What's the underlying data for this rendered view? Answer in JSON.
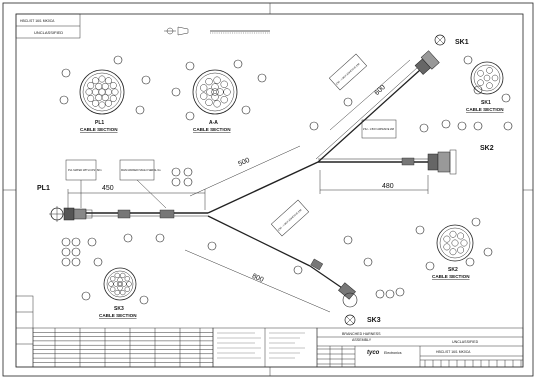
{
  "title_block": {
    "drawing_number_top": "HBCL/ST 16/1 MK0CA",
    "classification_top": "UNCLASSIFIED",
    "title_line1": "BRANCHED HARNESS",
    "title_line2": "ASSEMBLY",
    "classification_bottom": "UNCLASSIFIED",
    "drawing_number_bottom": "HBCL/ST 16/1 MK0CA",
    "company": "tyco",
    "company_sub": "Electronics"
  },
  "connectors": {
    "pl1": "PL1",
    "sk1": "SK1",
    "sk2": "SK2",
    "sk3": "SK3"
  },
  "cable_sections": [
    {
      "name": "PL1",
      "caption": "CABLE SECTION"
    },
    {
      "name": "A-A",
      "caption": "CABLE SECTION"
    },
    {
      "name": "SK1",
      "caption": "CABLE SECTION"
    },
    {
      "name": "SK2",
      "caption": "CABLE SECTION"
    },
    {
      "name": "SK3",
      "caption": "CABLE SECTION"
    }
  ],
  "dimensions": {
    "d450": "450",
    "d500": "500",
    "d600": "600",
    "d480": "480",
    "d800": "800"
  },
  "label_boxes": {
    "pl1_marker": "PL1 MATED WITH CPtr. SK1",
    "main_marker": "MAIN MARKER ISSUE # SERIAL No.",
    "sk1_marker": "ZTel - 1 BOX ADHESIVE 298",
    "sk2_marker": "ZTel - 1 BOX ADHESIVE 298",
    "sk3_marker": "ZTel - 1 BOX ADHESIVE 298"
  },
  "colors": {
    "line": "#222222",
    "paper": "#ffffff"
  }
}
